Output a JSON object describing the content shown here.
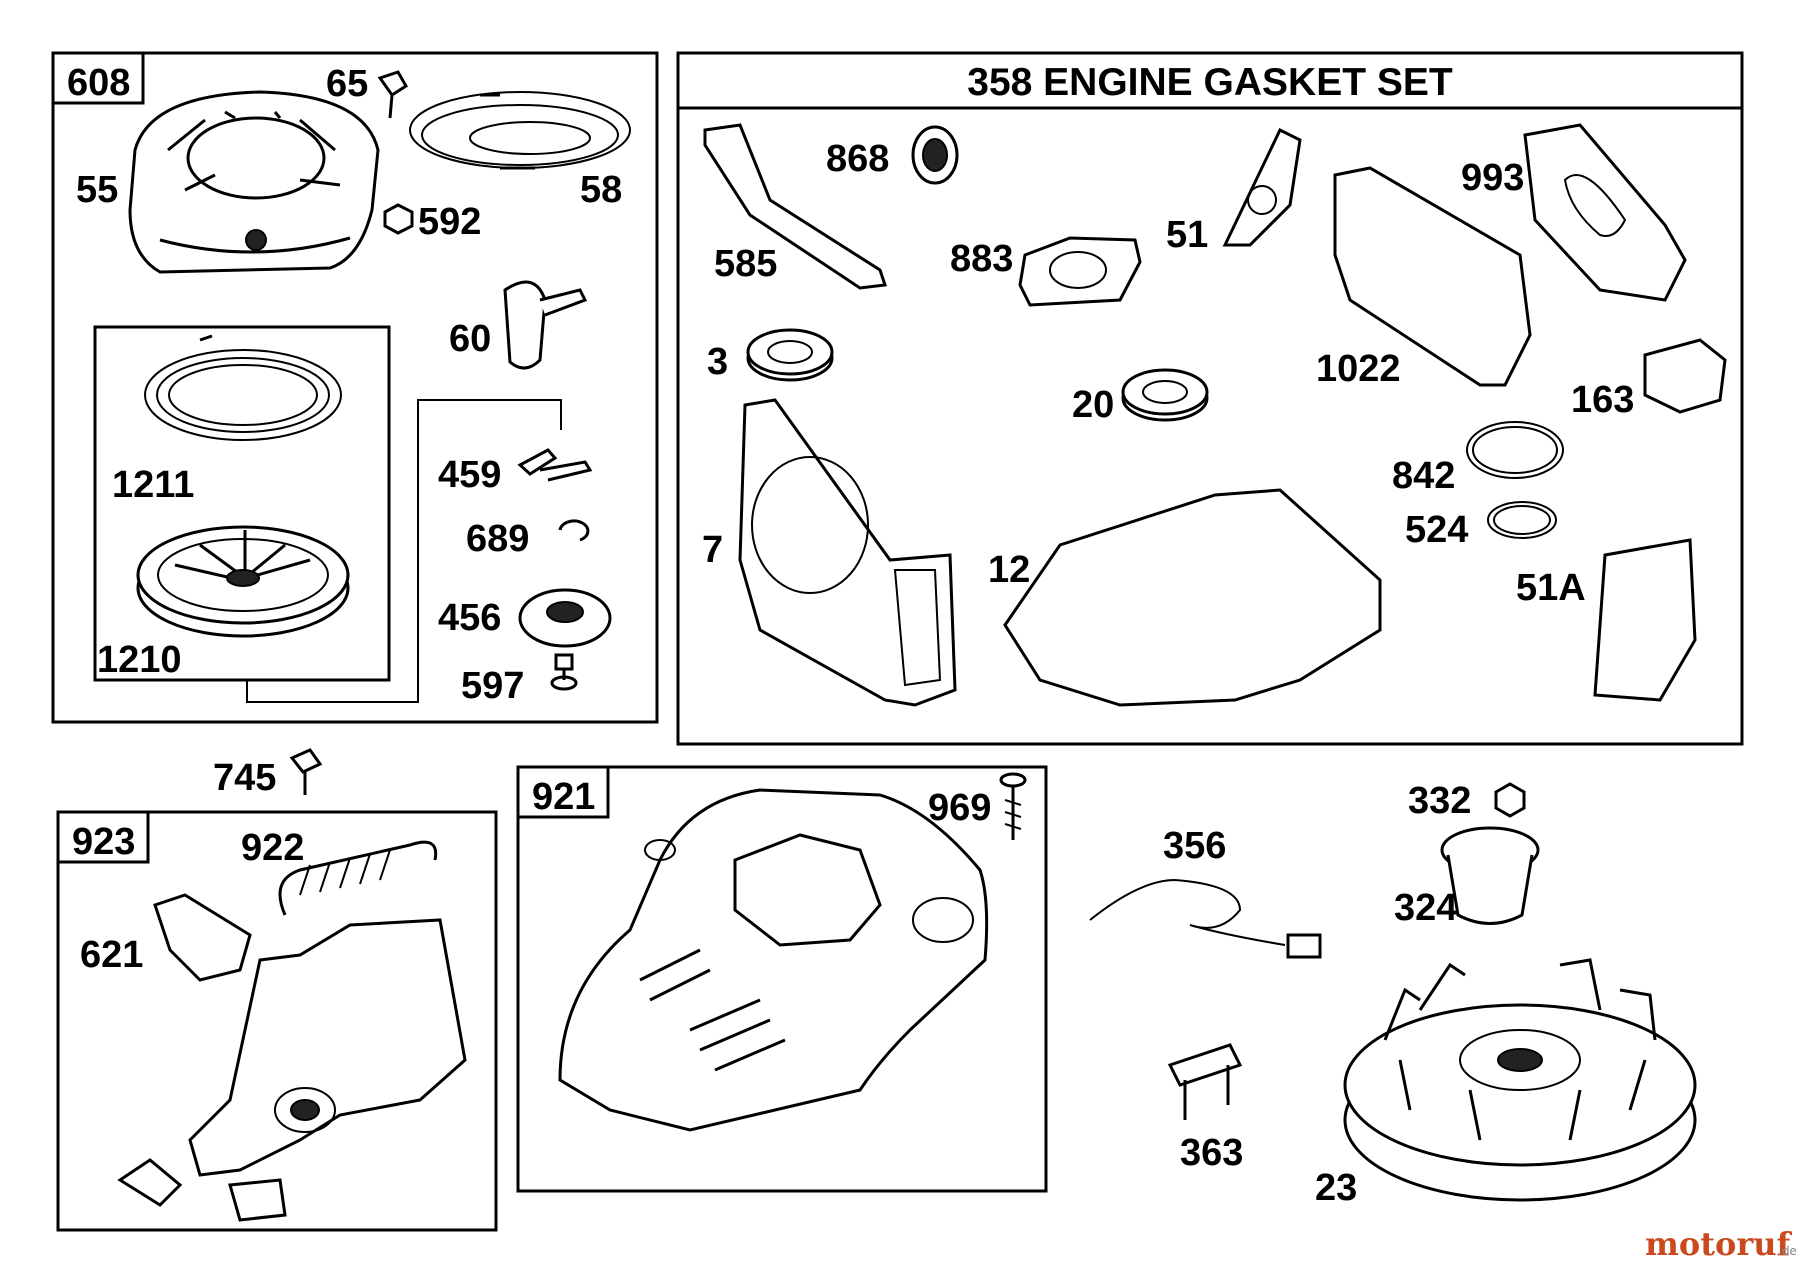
{
  "group_boxes": [
    {
      "id": "608",
      "label": "608"
    },
    {
      "id": "923",
      "label": "923"
    },
    {
      "id": "921",
      "label": "921"
    }
  ],
  "gasket_set": {
    "title": "358 ENGINE GASKET SET"
  },
  "part_labels": [
    {
      "key": "p65",
      "text": "65"
    },
    {
      "key": "p55",
      "text": "55"
    },
    {
      "key": "p58",
      "text": "58"
    },
    {
      "key": "p592",
      "text": "592"
    },
    {
      "key": "p60",
      "text": "60"
    },
    {
      "key": "p1211",
      "text": "1211"
    },
    {
      "key": "p1210",
      "text": "1210"
    },
    {
      "key": "p459",
      "text": "459"
    },
    {
      "key": "p689",
      "text": "689"
    },
    {
      "key": "p456",
      "text": "456"
    },
    {
      "key": "p597",
      "text": "597"
    },
    {
      "key": "p868",
      "text": "868"
    },
    {
      "key": "p585",
      "text": "585"
    },
    {
      "key": "p883",
      "text": "883"
    },
    {
      "key": "p51",
      "text": "51"
    },
    {
      "key": "p993",
      "text": "993"
    },
    {
      "key": "p3",
      "text": "3"
    },
    {
      "key": "p1022",
      "text": "1022"
    },
    {
      "key": "p20",
      "text": "20"
    },
    {
      "key": "p163",
      "text": "163"
    },
    {
      "key": "p842",
      "text": "842"
    },
    {
      "key": "p7",
      "text": "7"
    },
    {
      "key": "p524",
      "text": "524"
    },
    {
      "key": "p12",
      "text": "12"
    },
    {
      "key": "p51A",
      "text": "51A"
    },
    {
      "key": "p745",
      "text": "745"
    },
    {
      "key": "p922",
      "text": "922"
    },
    {
      "key": "p621",
      "text": "621"
    },
    {
      "key": "p969",
      "text": "969"
    },
    {
      "key": "p332",
      "text": "332"
    },
    {
      "key": "p356",
      "text": "356"
    },
    {
      "key": "p324",
      "text": "324"
    },
    {
      "key": "p363",
      "text": "363"
    },
    {
      "key": "p23",
      "text": "23"
    }
  ],
  "watermark": {
    "brand": "motoruf",
    "suffix": ".de"
  },
  "colors": {
    "watermark_a": "#c94a1f",
    "watermark_b": "#1f6fb3",
    "line": "#000000"
  }
}
